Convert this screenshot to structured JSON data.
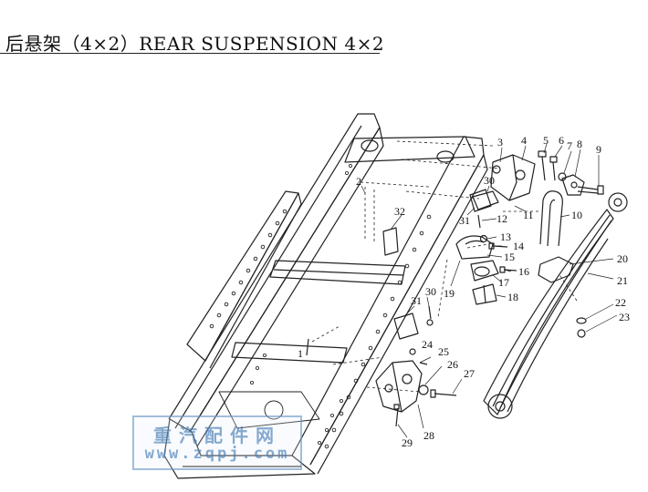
{
  "title": "后悬架（4×2）REAR SUSPENSION 4×2",
  "callouts": [
    {
      "id": "1",
      "text": "1"
    },
    {
      "id": "2",
      "text": "2"
    },
    {
      "id": "3",
      "text": "3"
    },
    {
      "id": "4",
      "text": "4"
    },
    {
      "id": "5",
      "text": "5"
    },
    {
      "id": "6",
      "text": "6"
    },
    {
      "id": "7",
      "text": "7"
    },
    {
      "id": "8",
      "text": "8"
    },
    {
      "id": "9",
      "text": "9"
    },
    {
      "id": "10",
      "text": "10"
    },
    {
      "id": "11",
      "text": "11"
    },
    {
      "id": "12",
      "text": "12"
    },
    {
      "id": "13",
      "text": "13"
    },
    {
      "id": "14",
      "text": "14"
    },
    {
      "id": "15",
      "text": "15"
    },
    {
      "id": "16",
      "text": "16"
    },
    {
      "id": "17",
      "text": "17"
    },
    {
      "id": "18",
      "text": "18"
    },
    {
      "id": "19",
      "text": "19"
    },
    {
      "id": "20",
      "text": "20"
    },
    {
      "id": "21",
      "text": "21"
    },
    {
      "id": "22",
      "text": "22"
    },
    {
      "id": "23",
      "text": "23"
    },
    {
      "id": "24",
      "text": "24"
    },
    {
      "id": "25",
      "text": "25"
    },
    {
      "id": "26",
      "text": "26"
    },
    {
      "id": "27",
      "text": "27"
    },
    {
      "id": "28",
      "text": "28"
    },
    {
      "id": "29",
      "text": "29"
    },
    {
      "id": "30a",
      "text": "30"
    },
    {
      "id": "30b",
      "text": "30"
    },
    {
      "id": "31a",
      "text": "31"
    },
    {
      "id": "31b",
      "text": "31"
    },
    {
      "id": "32",
      "text": "32"
    }
  ],
  "watermark": {
    "line1": "重汽配件网",
    "line2": "www.zqpj.com"
  }
}
